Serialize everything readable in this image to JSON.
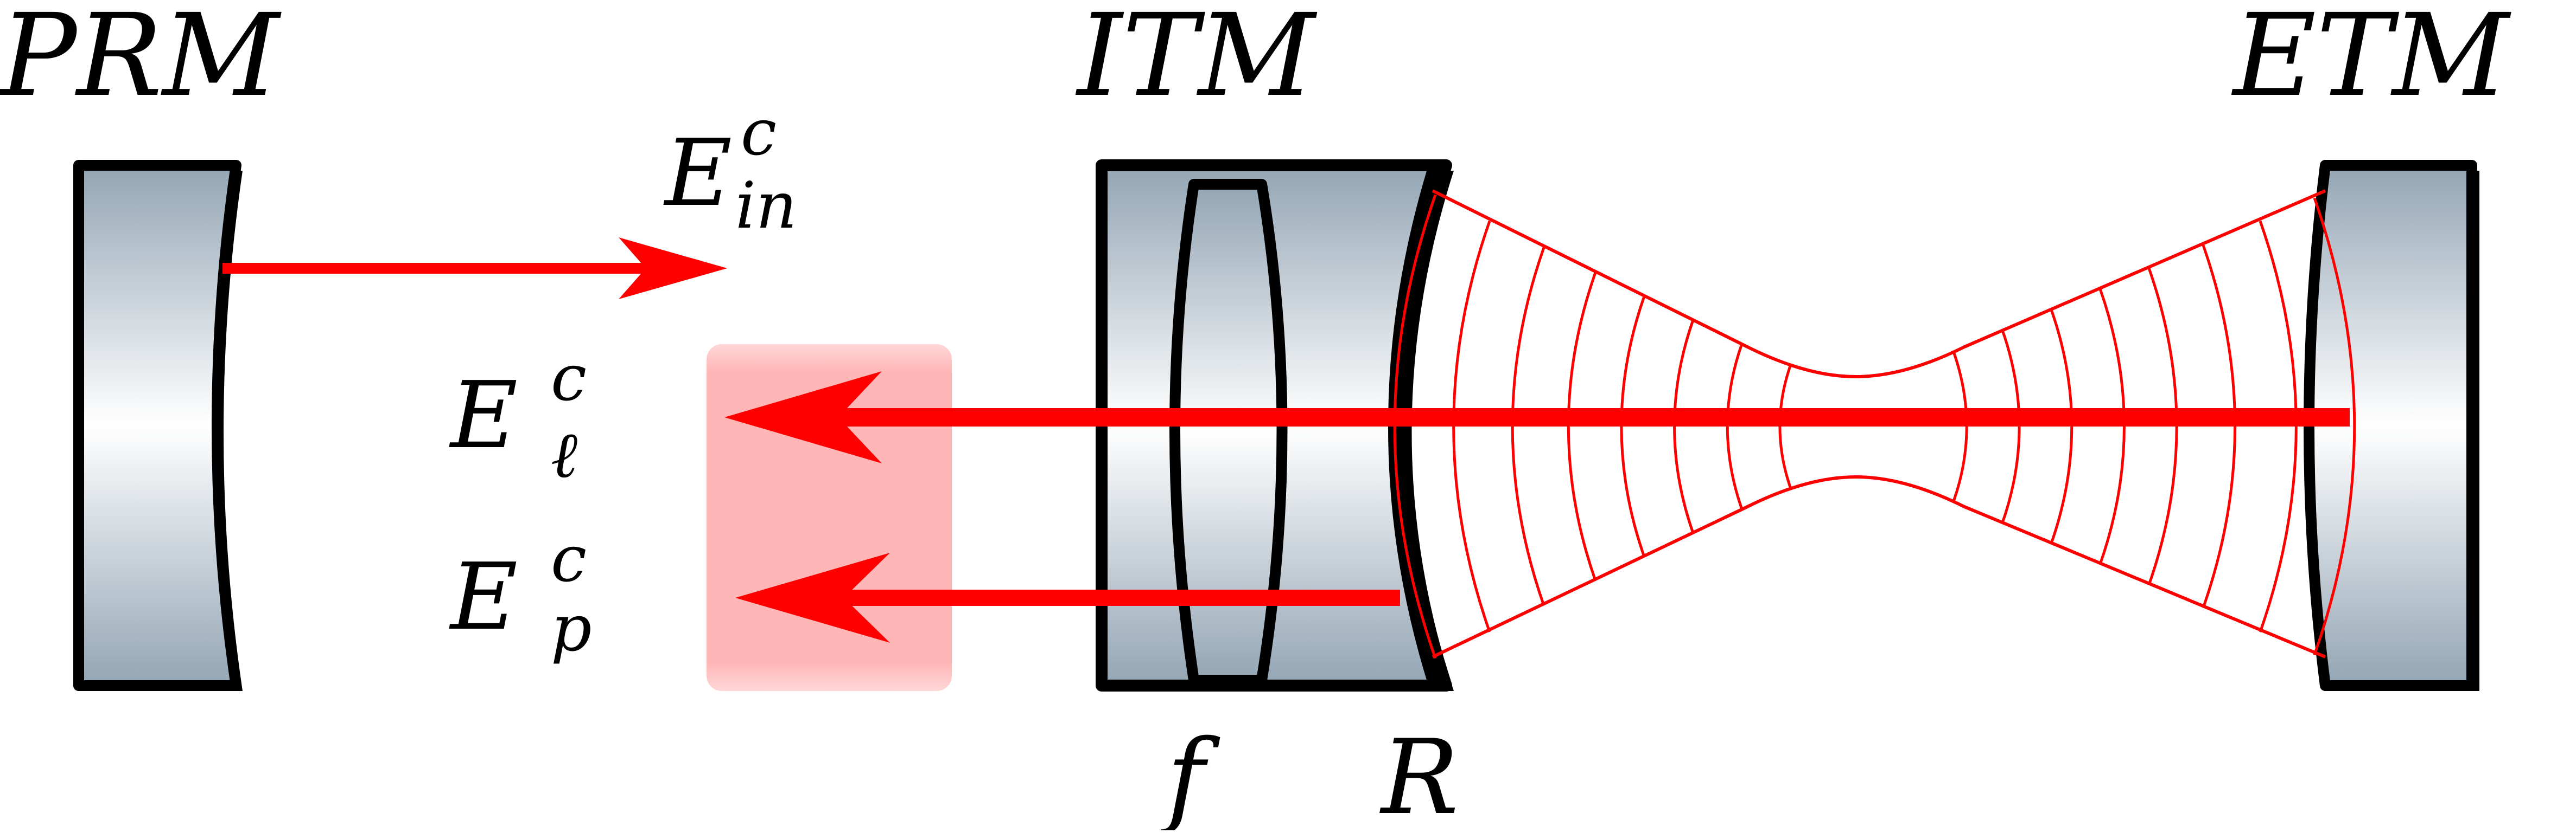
{
  "mirrors": {
    "prm": "PRM",
    "itm": "ITM",
    "etm": "ETM"
  },
  "fields": {
    "incident": {
      "base": "E",
      "sup": "c",
      "sub": "in"
    },
    "loss": {
      "base": "E",
      "sup": "c",
      "sub": "ℓ"
    },
    "probe": {
      "base": "E",
      "sup": "c",
      "sub": "p"
    }
  },
  "itm_parameters": {
    "focal": "f",
    "radius": "R"
  },
  "colors": {
    "beam": "#ff0000",
    "mirror_edge": "#93a5b4",
    "mirror_center": "#ffffff",
    "mirror_outline": "#000000",
    "interaction_region": "#ffb6b6"
  }
}
